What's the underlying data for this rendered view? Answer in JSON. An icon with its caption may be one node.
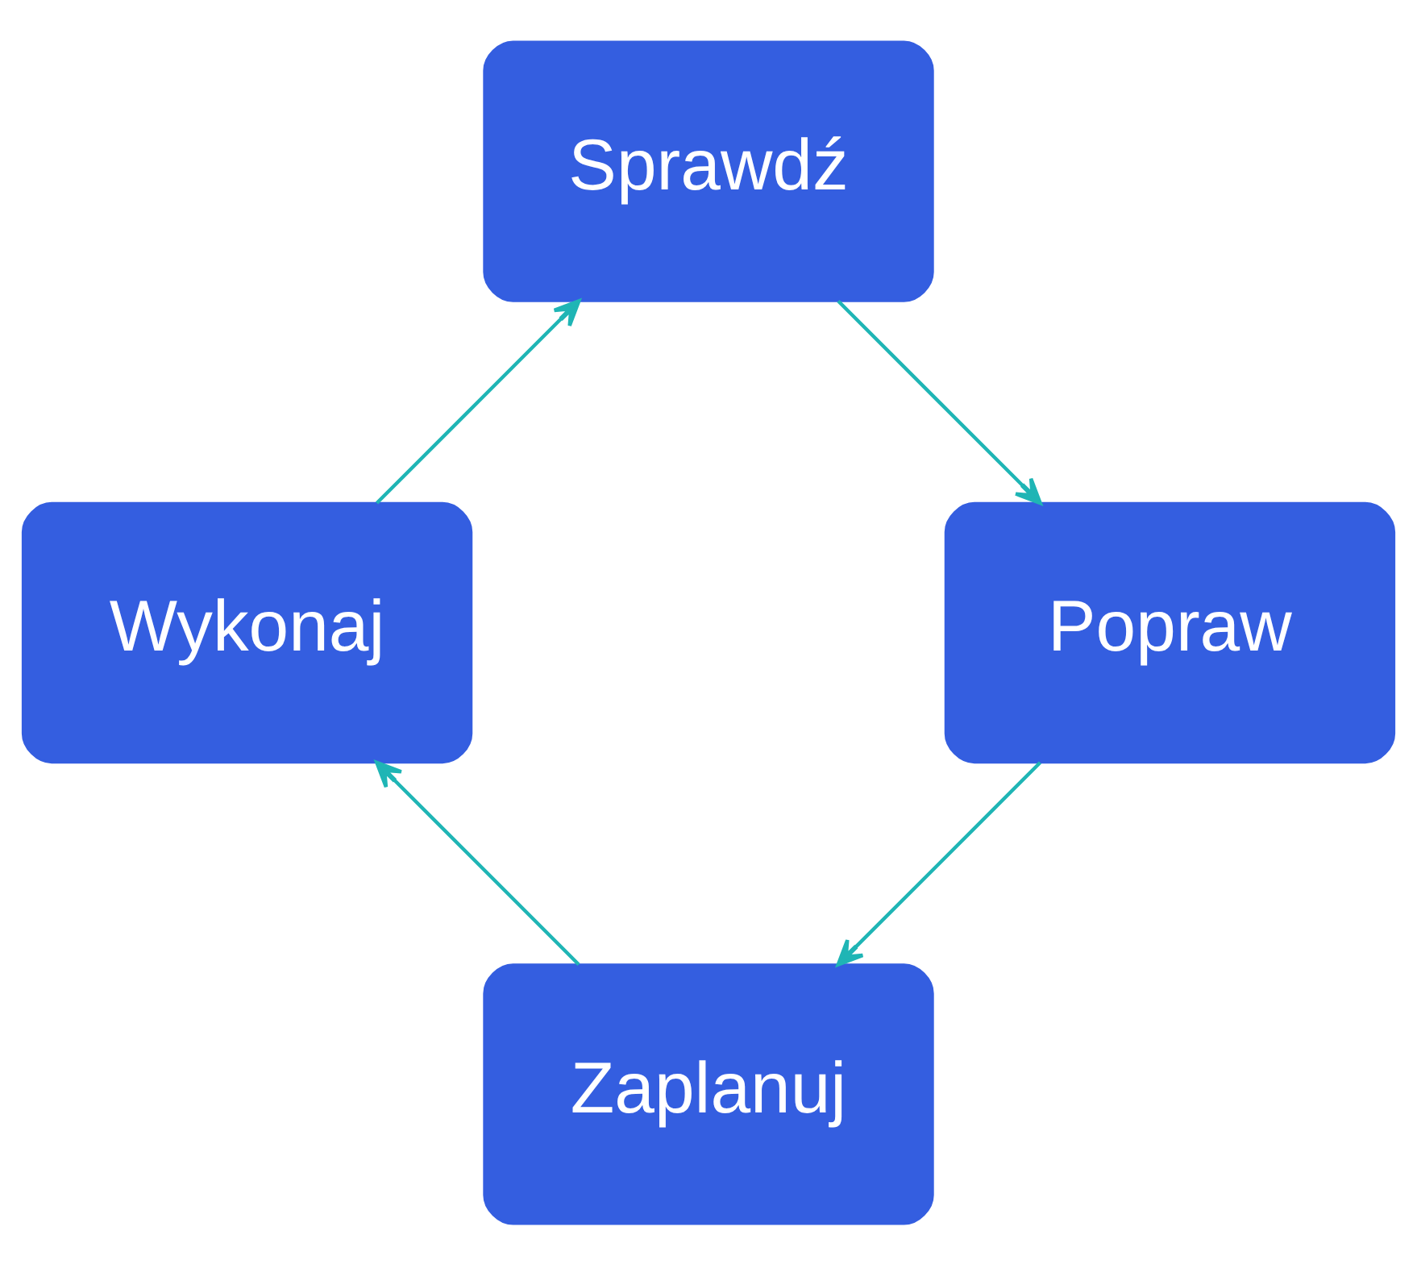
{
  "diagram": {
    "nodes": [
      {
        "text": [
          "Zaplanuj"
        ]
      },
      {
        "text": [
          "Wykonaj"
        ]
      },
      {
        "text": [
          "Sprawdź"
        ]
      },
      {
        "text": [
          "Popraw"
        ]
      }
    ],
    "edges": [
      {
        "from": 0,
        "to": 1,
        "arrow": "to"
      },
      {
        "from": 1,
        "to": 2,
        "arrow": "to"
      },
      {
        "from": 2,
        "to": 3,
        "arrow": "to"
      },
      {
        "from": 3,
        "to": 0,
        "arrow": "to"
      }
    ]
  }
}
